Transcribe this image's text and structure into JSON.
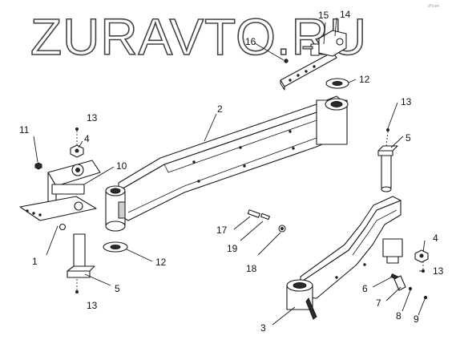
{
  "watermark": {
    "text": "ZURAVTO.RU"
  },
  "corner_mark": "d*com",
  "callouts": [
    "1",
    "2",
    "3",
    "4",
    "4",
    "5",
    "5",
    "6",
    "7",
    "8",
    "9",
    "10",
    "11",
    "12",
    "12",
    "13",
    "13",
    "13",
    "13",
    "14",
    "15",
    "16",
    "17",
    "18",
    "19"
  ]
}
